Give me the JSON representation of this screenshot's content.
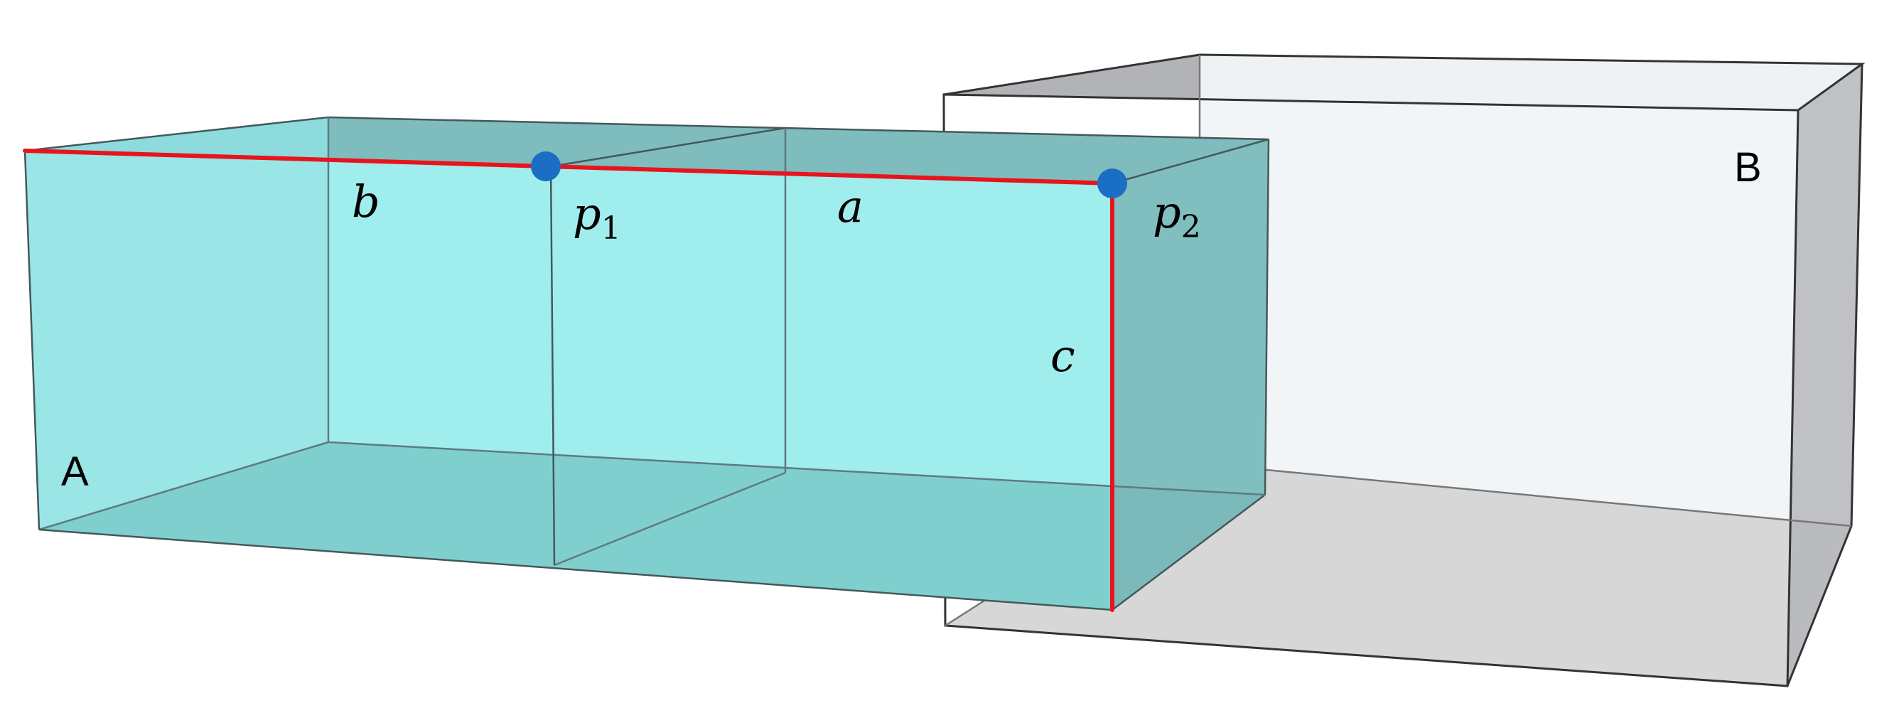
{
  "diagram": {
    "boxes": [
      {
        "id": "A",
        "label": "A",
        "fill": "#8fe4e6",
        "stroke": "#44585a"
      },
      {
        "id": "B",
        "label": "B",
        "fill": "#eef2f4",
        "stroke": "#3a3a3a"
      }
    ],
    "segments": [
      {
        "id": "b",
        "label": "b",
        "color": "#e8141c"
      },
      {
        "id": "a",
        "label": "a",
        "color": "#e8141c"
      },
      {
        "id": "c",
        "label": "c",
        "color": "#e8141c"
      }
    ],
    "points": [
      {
        "id": "p1",
        "base": "p",
        "sub": "1",
        "color": "#1a6fc4"
      },
      {
        "id": "p2",
        "base": "p",
        "sub": "2",
        "color": "#1a6fc4"
      }
    ]
  }
}
